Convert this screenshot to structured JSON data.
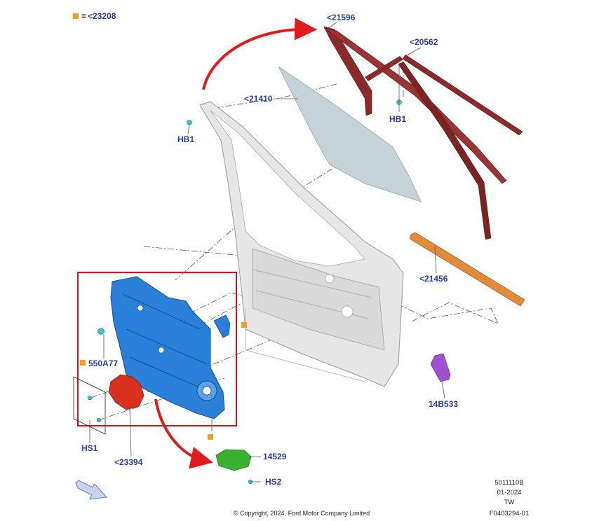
{
  "legend": {
    "marker_symbol": "■",
    "equals": "=",
    "part": "<23208"
  },
  "callouts": {
    "c21596": "<21596",
    "c20562": "<20562",
    "c21410": "<21410",
    "hb1_left": "HB1",
    "hb1_right": "HB1",
    "c21456": "<21456",
    "c550a77": "550A77",
    "c14b533": "14B533",
    "hs1": "HS1",
    "c23394": "<23394",
    "c14529": "14529",
    "hs2": "HS2"
  },
  "revision": {
    "code": "5011110B",
    "date": "01-2024",
    "initials": "TW"
  },
  "figure_id": "F0403294-01",
  "copyright": "© Copyright, 2024, Ford Motor Company Limited",
  "colors": {
    "callout": "#2a3ea8",
    "marker": "#f0a020",
    "glass": "#c5d2d8",
    "run_channel": "#8a2a2a",
    "belt_strip": "#e08a3a",
    "regulator": "#2a7fd8",
    "motor": "#d83020",
    "module": "#3ab030",
    "bracket": "#a050d0",
    "door_shell": "#e6e6e6",
    "highlight_box": "#dd1111",
    "arrow": "#e01b1b",
    "fastener": "#40c0c8"
  },
  "icons": {
    "legend_marker": "square-marker-icon",
    "direction": "front-direction-arrow-icon"
  }
}
